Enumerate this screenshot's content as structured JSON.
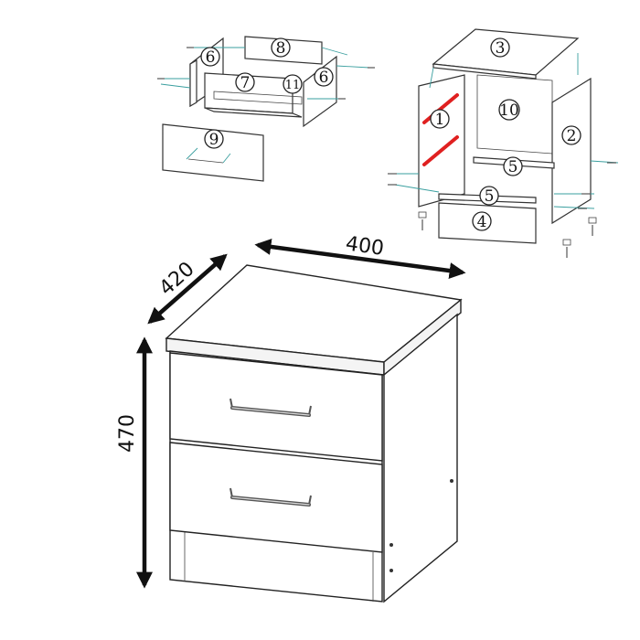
{
  "part_labels": [
    "1",
    "2",
    "3",
    "4",
    "5",
    "5",
    "6",
    "6",
    "7",
    "8",
    "9",
    "10",
    "11"
  ],
  "dimensions": {
    "width": "400",
    "depth": "420",
    "height": "470"
  },
  "colors": {
    "line": "#222222",
    "guide": "#3a9f9f",
    "highlight": "#e02020",
    "background": "#ffffff"
  }
}
